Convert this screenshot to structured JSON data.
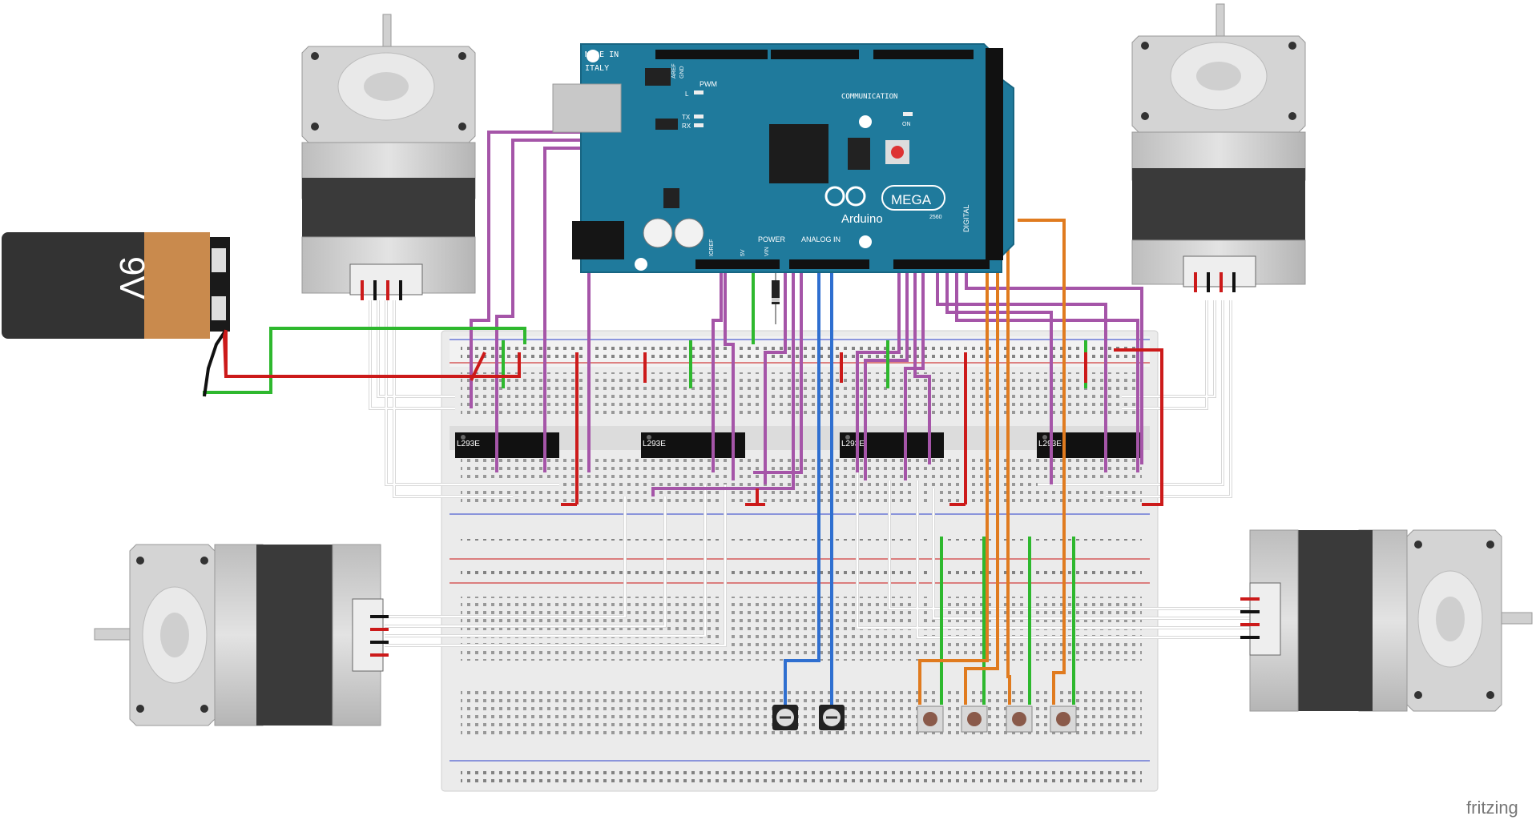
{
  "app": {
    "watermark": "fritzing"
  },
  "arduino": {
    "made_in": "MADE IN",
    "italy": "ITALY",
    "brand": "Arduino",
    "model": "MEGA",
    "chip": "2560",
    "communication_label": "COMMUNICATION",
    "power_label": "POWER",
    "analog_label": "ANALOG IN",
    "digital_label": "DIGITAL",
    "pwm_label": "PWM",
    "led_l": "L",
    "led_tx": "TX",
    "led_rx": "RX",
    "led_on": "ON",
    "aref": "AREF",
    "gnd": "GND",
    "pin_5v": "5V",
    "pin_vin": "VIN",
    "pin_ioref": "IOREF",
    "board_color": "#1f7a9c"
  },
  "battery": {
    "label": "9V"
  },
  "chips": [
    "L293E",
    "L293E",
    "L293E",
    "L293E"
  ],
  "colors": {
    "wire_purple": "#a555a8",
    "wire_green": "#2eb82e",
    "wire_red": "#cc1a1a",
    "wire_blue": "#2f6fd0",
    "wire_orange": "#e07b1f",
    "wire_white": "#e8e8e8",
    "breadboard": "#ececec"
  },
  "icons": {
    "motor": "stepper-motor-icon",
    "potentiometer": "potentiometer-icon",
    "button": "pushbutton-icon",
    "diode": "diode-icon"
  }
}
